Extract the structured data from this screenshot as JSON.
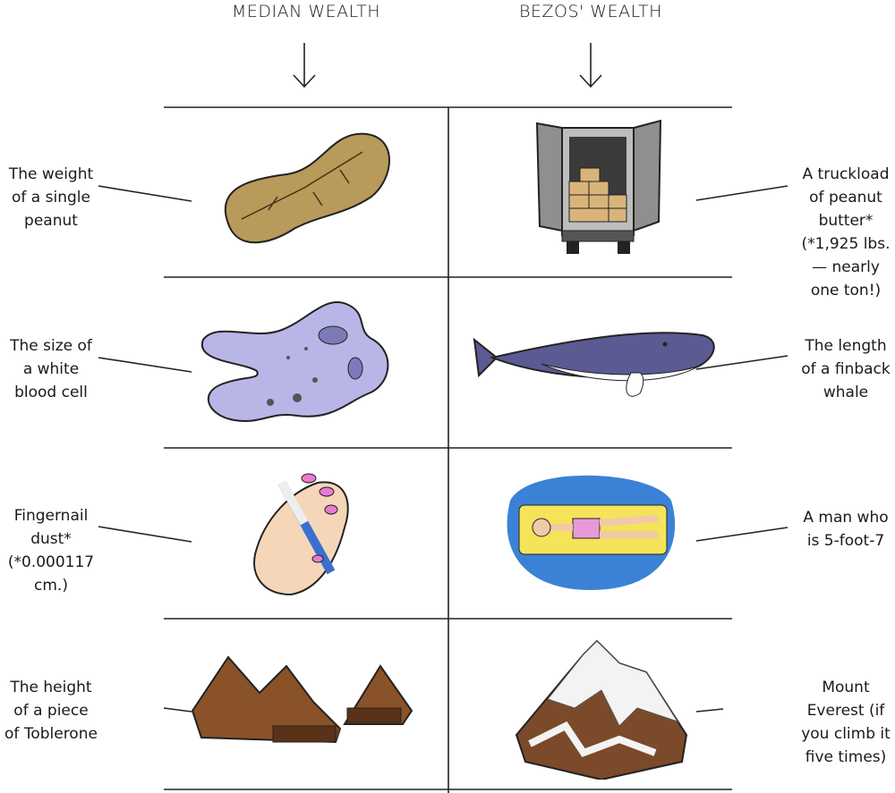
{
  "headers": {
    "left": "MEDIAN WEALTH",
    "right": "BEZOS' WEALTH"
  },
  "rows": [
    {
      "left": "The weight of a single peanut",
      "left_lines": [
        "The weight",
        "of a single",
        "peanut"
      ],
      "right_lines": [
        "A truckload",
        "of peanut",
        "butter*",
        "(*1,925 lbs.",
        "— nearly",
        "one ton!)"
      ],
      "left_illustration": "peanut",
      "right_illustration": "delivery-truck"
    },
    {
      "left_lines": [
        "The size of",
        "a white",
        "blood cell"
      ],
      "right_lines": [
        "The length",
        "of a finback",
        "whale"
      ],
      "left_illustration": "white-blood-cell",
      "right_illustration": "finback-whale"
    },
    {
      "left_lines": [
        "Fingernail",
        "dust*",
        "(*0.000117",
        "cm.)"
      ],
      "right_lines": [
        "A man who",
        "is 5-foot-7"
      ],
      "left_illustration": "nail-file",
      "right_illustration": "man-on-pool-float"
    },
    {
      "left_lines": [
        "The height",
        "of a piece",
        "of Toblerone"
      ],
      "right_lines": [
        "Mount",
        "Everest (if",
        "you climb it",
        "five times)"
      ],
      "left_illustration": "toblerone",
      "right_illustration": "mount-everest"
    }
  ],
  "colors": {
    "peanut": "#b89a5a",
    "cell": "#b8b6e6",
    "whale": "#5b5a93",
    "water": "#3b82d6",
    "float": "#f5e35a",
    "chocolate": "#8a5228",
    "mountain": "#7a4a2a"
  }
}
